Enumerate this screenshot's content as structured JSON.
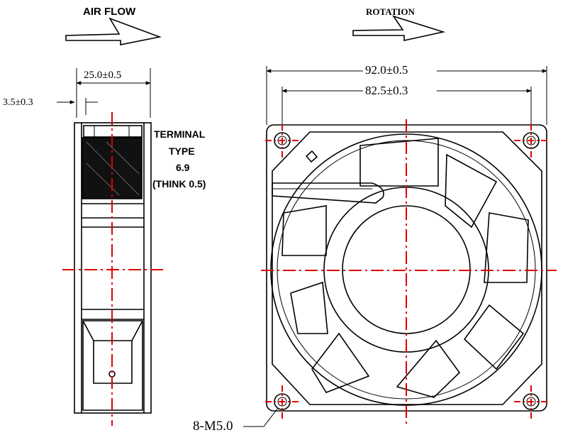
{
  "labels": {
    "air_flow": "AIR FLOW",
    "rotation": "ROTATION",
    "terminal_line1": "TERMINAL",
    "terminal_line2": "TYPE",
    "terminal_line3": "6.9",
    "terminal_line4": "(THINK 0.5)"
  },
  "dimensions": {
    "depth": "25.0±0.5",
    "offset": "3.5±0.3",
    "overall_width": "92.0±0.5",
    "hole_spacing": "82.5±0.3",
    "mounting_holes": "8-M5.0"
  },
  "colors": {
    "line": "#000000",
    "centerline": "#e00000"
  }
}
